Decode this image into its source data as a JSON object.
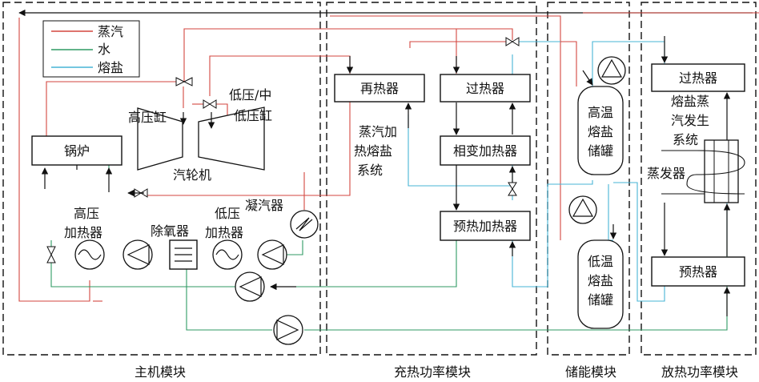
{
  "legend": {
    "items": [
      {
        "label": "蒸汽",
        "color": "#d3463f"
      },
      {
        "label": "水",
        "color": "#2f9a63"
      },
      {
        "label": "熔盐",
        "color": "#47b4d6"
      }
    ]
  },
  "modules": {
    "main": "主机模块",
    "charge": "充热功率模块",
    "storage": "储能模块",
    "discharge": "放热功率模块"
  },
  "main_module": {
    "boiler": "锅炉",
    "hp_cylinder": "高压缸",
    "lp_cylinder_line1": "低压/中",
    "lp_cylinder_line2": "低压缸",
    "turbine": "汽轮机",
    "condenser": "凝汽器",
    "hp_heater_line1": "高压",
    "hp_heater_line2": "加热器",
    "deaerator": "除氧器",
    "lp_heater_line1": "低压",
    "lp_heater_line2": "加热器"
  },
  "charge_module": {
    "reheater": "再热器",
    "superheater": "过热器",
    "phase_heater": "相变加热器",
    "preheater": "预热加热器",
    "system_line1": "蒸汽加",
    "system_line2": "热熔盐",
    "system_line3": "系统"
  },
  "storage_module": {
    "hot_tank_line1": "高温",
    "hot_tank_line2": "熔盐",
    "hot_tank_line3": "储罐",
    "cold_tank_line1": "低温",
    "cold_tank_line2": "熔盐",
    "cold_tank_line3": "储罐"
  },
  "discharge_module": {
    "superheater": "过热器",
    "system_line1": "熔盐蒸",
    "system_line2": "汽发生",
    "system_line3": "系统",
    "evaporator": "蒸发器",
    "preheater": "预热器"
  }
}
